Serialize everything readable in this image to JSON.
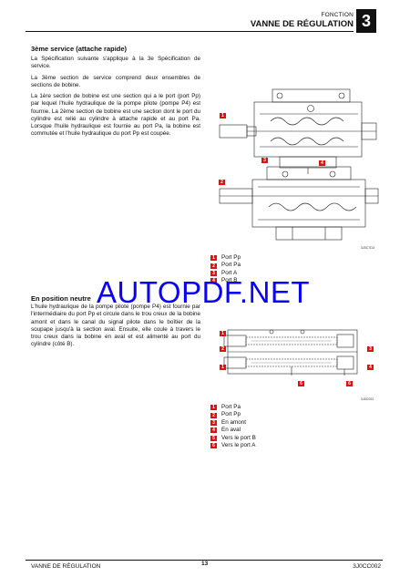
{
  "header": {
    "label": "FONCTION",
    "title": "VANNE DE RÉGULATION",
    "chapter": "3"
  },
  "section1": {
    "title": "3ème service (attache rapide)",
    "paragraphs": [
      "La Spécification suivante s'applique à la 3e Spécification de service.",
      "La 3ème section de service comprend deux ensembles de sections de bobine.",
      "La 1ère section de bobine est une section qui a le port (port Pp) par lequel l'huile hydraulique de la pompe pilote (pompe P4) est fournie. La 2ème section de bobine est une section dont le port du cylindre est relié au cylindre à attache rapide et au port Pa. Lorsque l'huile hydraulique est fournie au port Pa, la bobine est commutée et l'huile hydraulique du port Pp est coupée."
    ],
    "figure_code": "3J0C7D3",
    "callouts": [
      "1",
      "2",
      "3",
      "4"
    ],
    "legend": [
      {
        "num": "1",
        "text": "Port Pp"
      },
      {
        "num": "2",
        "text": "Port Pa"
      },
      {
        "num": "3",
        "text": "Port A"
      },
      {
        "num": "4",
        "text": "Port B"
      }
    ]
  },
  "section2": {
    "title": "En position neutre",
    "paragraph": "L'huile hydraulique de la pompe pilote (pompe P4) est fournie par l'intermédiaire du port Pp et circule dans le trou creux de la bobine amont et dans le canal du signal pilote dans le boîtier de la soupape jusqu'à la section aval. Ensuite, elle coule à travers le trou creux dans la bobine en aval et est alimenté au port du cylindre (côté B).",
    "figure_code": "3J0C022",
    "callouts": [
      "1",
      "2",
      "3",
      "4",
      "5",
      "6"
    ],
    "legend": [
      {
        "num": "1",
        "text": "Port Pa"
      },
      {
        "num": "2",
        "text": "Port Pp"
      },
      {
        "num": "3",
        "text": "En amont"
      },
      {
        "num": "4",
        "text": "En aval"
      },
      {
        "num": "5",
        "text": "Vers le port B"
      },
      {
        "num": "6",
        "text": "Vers le port A"
      }
    ]
  },
  "watermark": "AUTOPDF.NET",
  "footer": {
    "left": "VANNE DE RÉGULATION",
    "page": "13",
    "right": "3J0CC002"
  },
  "colors": {
    "callout": "#d11111",
    "watermark": "#0a00ff"
  }
}
